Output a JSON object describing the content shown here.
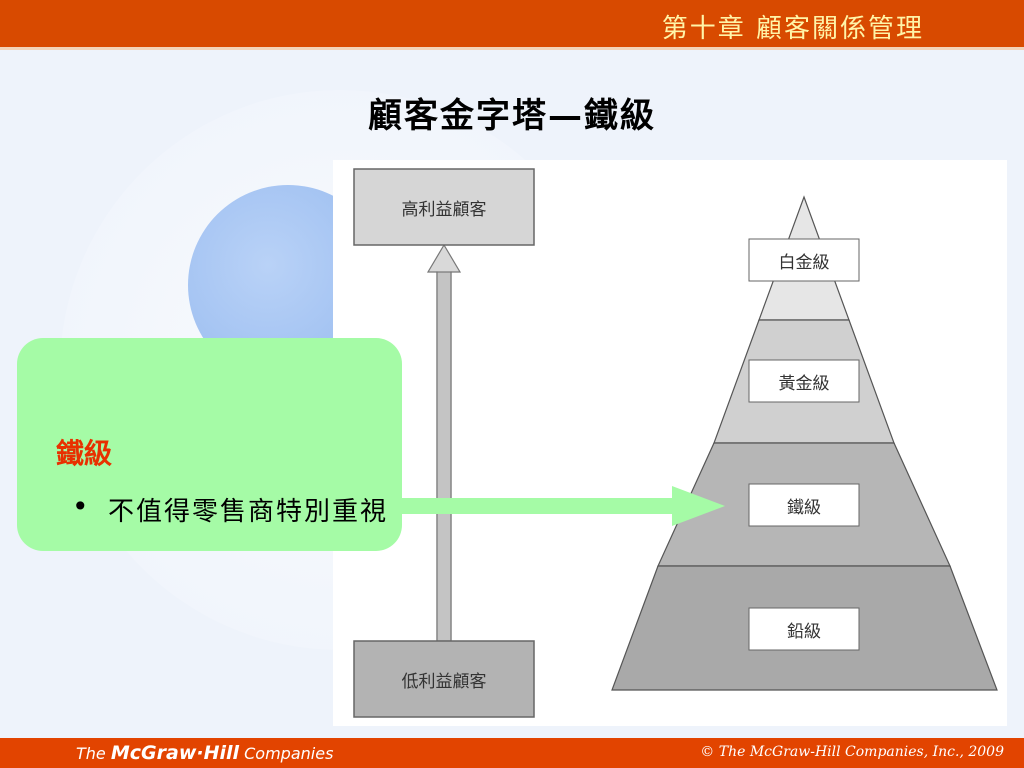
{
  "header": {
    "chapter": "第十章 顧客關係管理"
  },
  "slide": {
    "title": "顧客金字塔—鐵級"
  },
  "diagram": {
    "top_label": "高利益顧客",
    "bottom_label": "低利益顧客",
    "tiers": [
      "白金級",
      "黃金級",
      "鐵級",
      "鉛級"
    ],
    "colors": {
      "tier_fill_top": "#e6e6e6",
      "tier_fill_upper": "#d0d0d0",
      "tier_fill_lower": "#b6b6b6",
      "tier_fill_bottom": "#a9a9a9"
    }
  },
  "callout": {
    "heading": "鐵級",
    "bullet_text": "不值得零售商特別重視",
    "colors": {
      "background": "#a5fba6",
      "heading": "#e83000",
      "arrow": "#a5fba6"
    }
  },
  "footer": {
    "logo_prefix": "The",
    "logo_brand": "McGraw·Hill",
    "logo_suffix": "Companies",
    "copyright": "© The McGraw-Hill Companies, Inc., 2009"
  },
  "theme": {
    "header_color": "#d84a00",
    "footer_color": "#e24400",
    "chapter_text_color": "#fff4a8"
  }
}
